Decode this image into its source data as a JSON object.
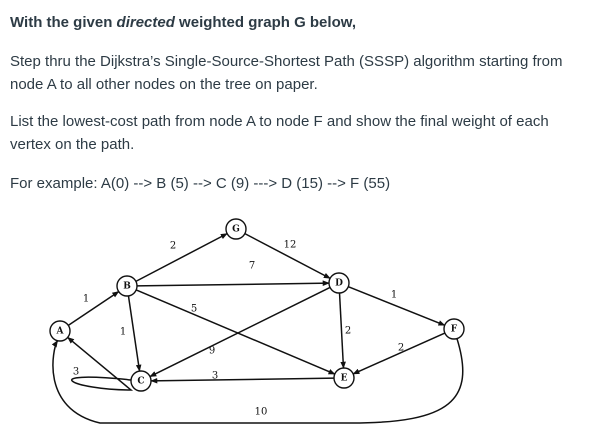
{
  "question": {
    "heading_before": "With the given ",
    "heading_em": "directed",
    "heading_after": " weighted graph G below,",
    "paragraph1": "Step thru the Dijkstra’s Single-Source-Shortest Path (SSSP) algorithm starting from node A to all other nodes on the tree on paper.",
    "paragraph2": "List the lowest-cost path from node A to node F and show the final weight of each vertex on the path.",
    "example": "For example:  A(0) --> B (5) --> C (9) ---> D (15) --> F (55)"
  },
  "graph": {
    "nodes": [
      {
        "id": "A",
        "label": "A"
      },
      {
        "id": "B",
        "label": "B"
      },
      {
        "id": "C",
        "label": "C"
      },
      {
        "id": "D",
        "label": "D"
      },
      {
        "id": "E",
        "label": "E"
      },
      {
        "id": "F",
        "label": "F"
      },
      {
        "id": "G",
        "label": "G"
      }
    ],
    "edges": [
      {
        "id": "A-B",
        "from": "A",
        "to": "B",
        "weight": "1"
      },
      {
        "id": "B-G",
        "from": "B",
        "to": "G",
        "weight": "2"
      },
      {
        "id": "G-D",
        "from": "G",
        "to": "D",
        "weight": "12"
      },
      {
        "id": "B-D",
        "from": "B",
        "to": "D",
        "weight": "7"
      },
      {
        "id": "B-C",
        "from": "B",
        "to": "C",
        "weight": "1"
      },
      {
        "id": "B-E",
        "from": "B",
        "to": "E",
        "weight": "5"
      },
      {
        "id": "D-C",
        "from": "D",
        "to": "C",
        "weight": "9"
      },
      {
        "id": "E-C",
        "from": "E",
        "to": "C",
        "weight": "3"
      },
      {
        "id": "C-A",
        "from": "C",
        "to": "A",
        "weight": "3"
      },
      {
        "id": "D-E",
        "from": "D",
        "to": "E",
        "weight": "2"
      },
      {
        "id": "D-F",
        "from": "D",
        "to": "F",
        "weight": "1"
      },
      {
        "id": "F-E",
        "from": "F",
        "to": "E",
        "weight": "2"
      },
      {
        "id": "F-A",
        "from": "F",
        "to": "A",
        "weight": "10"
      }
    ]
  }
}
